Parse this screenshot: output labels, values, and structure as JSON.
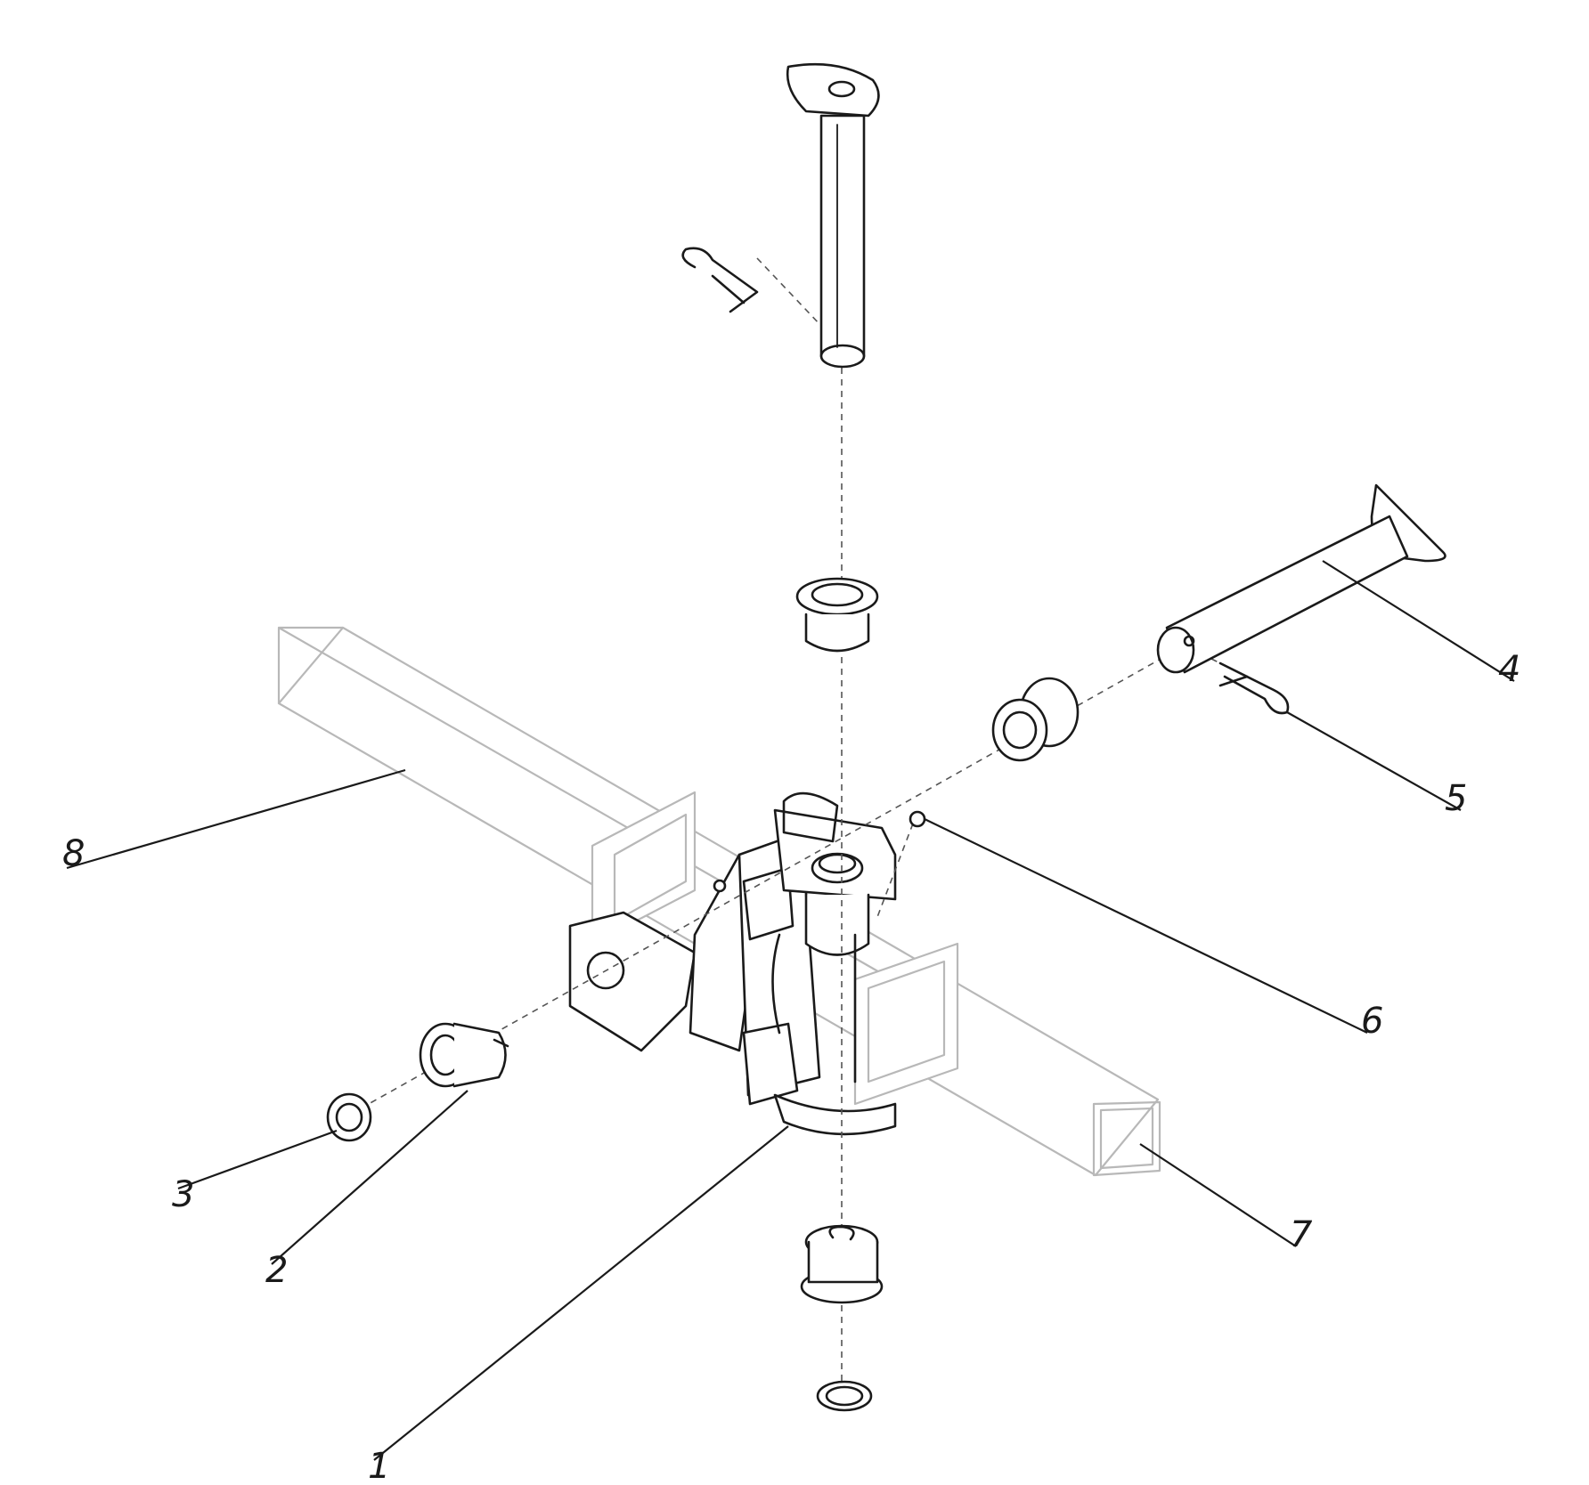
{
  "diagram": {
    "callouts": [
      {
        "id": "1",
        "text": "1"
      },
      {
        "id": "2",
        "text": "2"
      },
      {
        "id": "3",
        "text": "3"
      },
      {
        "id": "4",
        "text": "4"
      },
      {
        "id": "5",
        "text": "5"
      },
      {
        "id": "6",
        "text": "6"
      },
      {
        "id": "7",
        "text": "7"
      },
      {
        "id": "8",
        "text": "8"
      }
    ]
  }
}
